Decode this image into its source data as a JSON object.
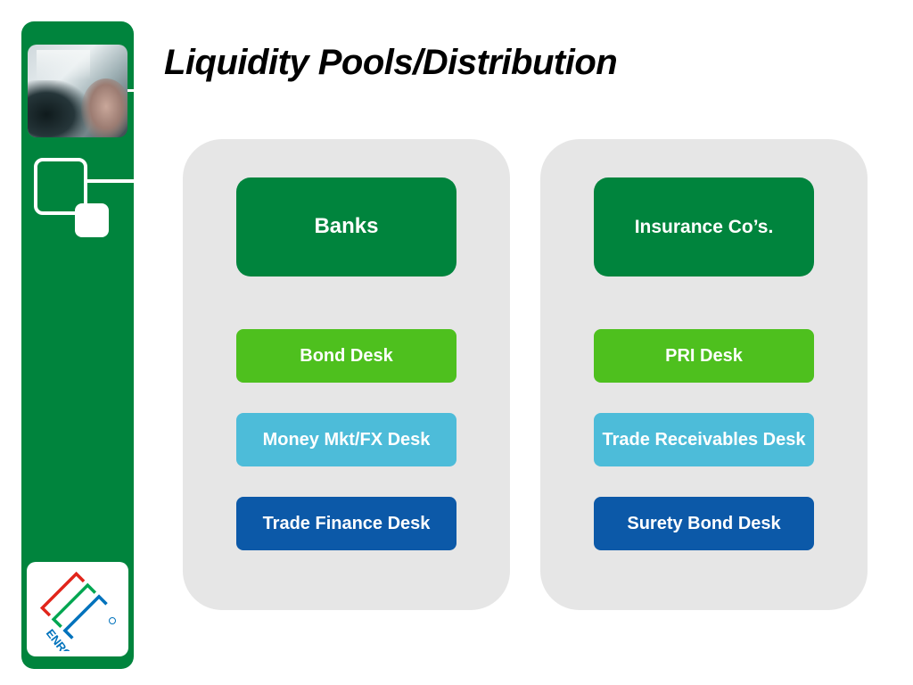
{
  "slide": {
    "title": "Liquidity Pools/Distribution"
  },
  "sidebar": {
    "logo_text": "ENRON",
    "logo_icon": "enron-crooked-e-icon",
    "photo_icon": "person-photo",
    "colors": {
      "sidebar_green": "#00843d",
      "logo_red": "#e1251b",
      "logo_green": "#00a651",
      "logo_blue": "#0072bc"
    }
  },
  "panels": [
    {
      "header": "Banks",
      "items": [
        {
          "label": "Bond Desk",
          "color": "#4ec01e"
        },
        {
          "label": "Money Mkt/FX Desk",
          "color": "#4dbcd9"
        },
        {
          "label": "Trade Finance Desk",
          "color": "#0c59a8"
        }
      ]
    },
    {
      "header": "Insurance Co’s.",
      "items": [
        {
          "label": "PRI Desk",
          "color": "#4ec01e"
        },
        {
          "label": "Trade Receivables Desk",
          "color": "#4dbcd9"
        },
        {
          "label": "Surety Bond Desk",
          "color": "#0c59a8"
        }
      ]
    }
  ],
  "colors": {
    "header_green": "#00843d",
    "panel_gray": "#e6e6e6"
  }
}
